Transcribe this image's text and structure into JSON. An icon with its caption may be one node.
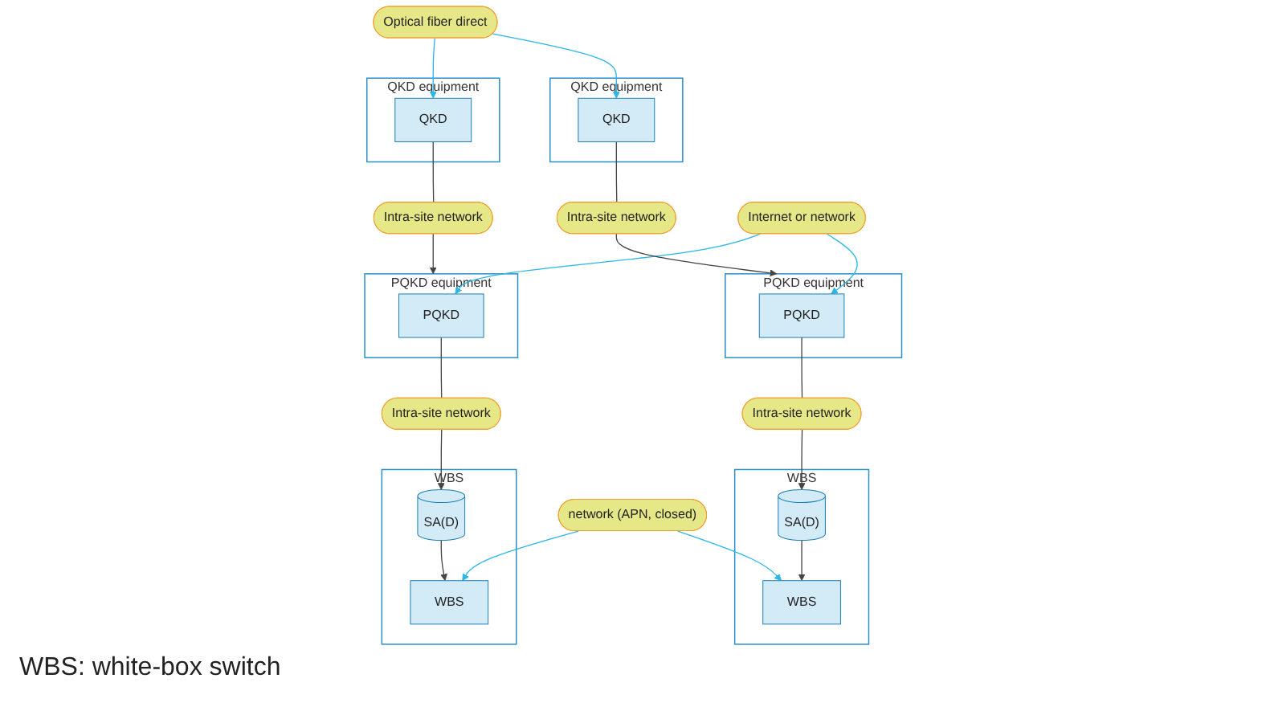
{
  "diagram": {
    "nodes": [
      {
        "text": [
          "QKD equipment"
        ]
      },
      {
        "text": [
          "QKD"
        ],
        "in": 0
      },
      {
        "text": [
          "Optical fiber direct"
        ]
      },
      {
        "text": [
          "QKD equipment"
        ]
      },
      {
        "text": [
          "QKD"
        ],
        "in": 3
      },
      {
        "text": [
          "Intra-site network"
        ]
      },
      {
        "text": [
          "Intra-site network"
        ]
      },
      {
        "text": [
          "PQKD equipment"
        ]
      },
      {
        "text": [
          "PQKD"
        ],
        "in": 7
      },
      {
        "text": [
          "Internet or network"
        ]
      },
      {
        "text": [
          "PQKD equipment"
        ]
      },
      {
        "text": [
          "PQKD"
        ],
        "in": 10
      },
      {
        "text": [
          "Intra-site network"
        ]
      },
      {
        "text": [
          "Intra-site network"
        ]
      },
      {
        "text": [
          "WBS"
        ]
      },
      {
        "text": [
          "SA(D)"
        ],
        "in": 14
      },
      {
        "text": [
          "WBS"
        ],
        "in": 14
      },
      {
        "text": [
          "network (APN, closed)"
        ]
      },
      {
        "text": [
          "WBS"
        ]
      },
      {
        "text": [
          "WBS"
        ],
        "in": 18
      },
      {
        "text": [
          "SA(D)"
        ],
        "in": 18
      }
    ],
    "edges": [
      {
        "from": 2,
        "to": 1,
        "arrow": "to",
        "color": "#29b6e8"
      },
      {
        "from": 2,
        "to": 4,
        "arrow": "to",
        "color": "#29b6e8"
      },
      {
        "from": 1,
        "to": 5,
        "arrow": "none",
        "color": "#444444"
      },
      {
        "from": 5,
        "to": 7,
        "arrow": "to",
        "color": "#444444"
      },
      {
        "from": 4,
        "to": 6,
        "arrow": "none",
        "color": "#444444"
      },
      {
        "from": 6,
        "to": 10,
        "arrow": "to",
        "color": "#444444"
      },
      {
        "from": 9,
        "to": 8,
        "arrow": "to",
        "color": "#29b6e8"
      },
      {
        "from": 9,
        "to": 11,
        "arrow": "to",
        "color": "#29b6e8"
      },
      {
        "from": 8,
        "to": 12,
        "arrow": "none",
        "color": "#444444"
      },
      {
        "from": 12,
        "to": 15,
        "arrow": "to",
        "color": "#444444"
      },
      {
        "from": 11,
        "to": 13,
        "arrow": "none",
        "color": "#444444"
      },
      {
        "from": 13,
        "to": 20,
        "arrow": "to",
        "color": "#444444"
      },
      {
        "from": 15,
        "to": 16,
        "arrow": "to",
        "color": "#444444"
      },
      {
        "from": 20,
        "to": 19,
        "arrow": "to",
        "color": "#444444"
      },
      {
        "from": 17,
        "to": 16,
        "arrow": "to",
        "color": "#29b6e8"
      },
      {
        "from": 17,
        "to": 19,
        "arrow": "to",
        "color": "#29b6e8"
      }
    ],
    "labels": [
      "WBS: white-box switch"
    ]
  }
}
